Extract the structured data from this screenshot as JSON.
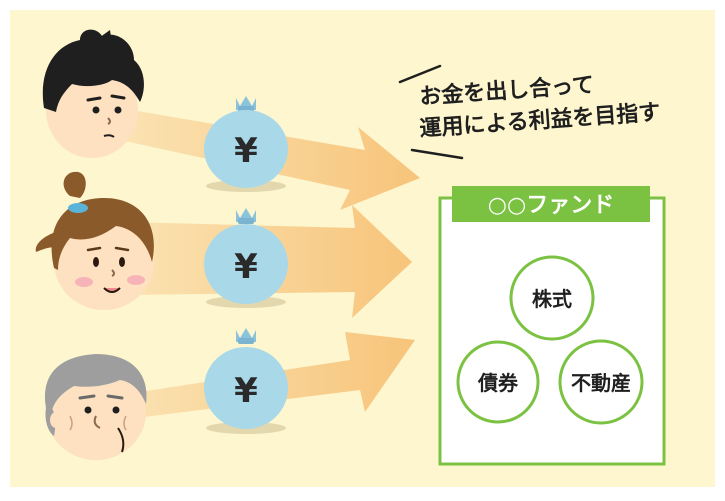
{
  "caption": {
    "line1": "お金を出し合って",
    "line2": "運用による利益を目指す"
  },
  "fund": {
    "title": "○○ファンド",
    "assets": [
      "株式",
      "債券",
      "不動産"
    ]
  },
  "investors": [
    {
      "name": "young-man",
      "bag_label": "¥"
    },
    {
      "name": "young-woman",
      "bag_label": "¥"
    },
    {
      "name": "elderly-man",
      "bag_label": "¥"
    }
  ],
  "colors": {
    "background": "#fdf6cf",
    "arrow": "#f8cf8a",
    "bag": "#a9d8e9",
    "fund_green": "#7cc242",
    "skin": "#fde1c0"
  }
}
